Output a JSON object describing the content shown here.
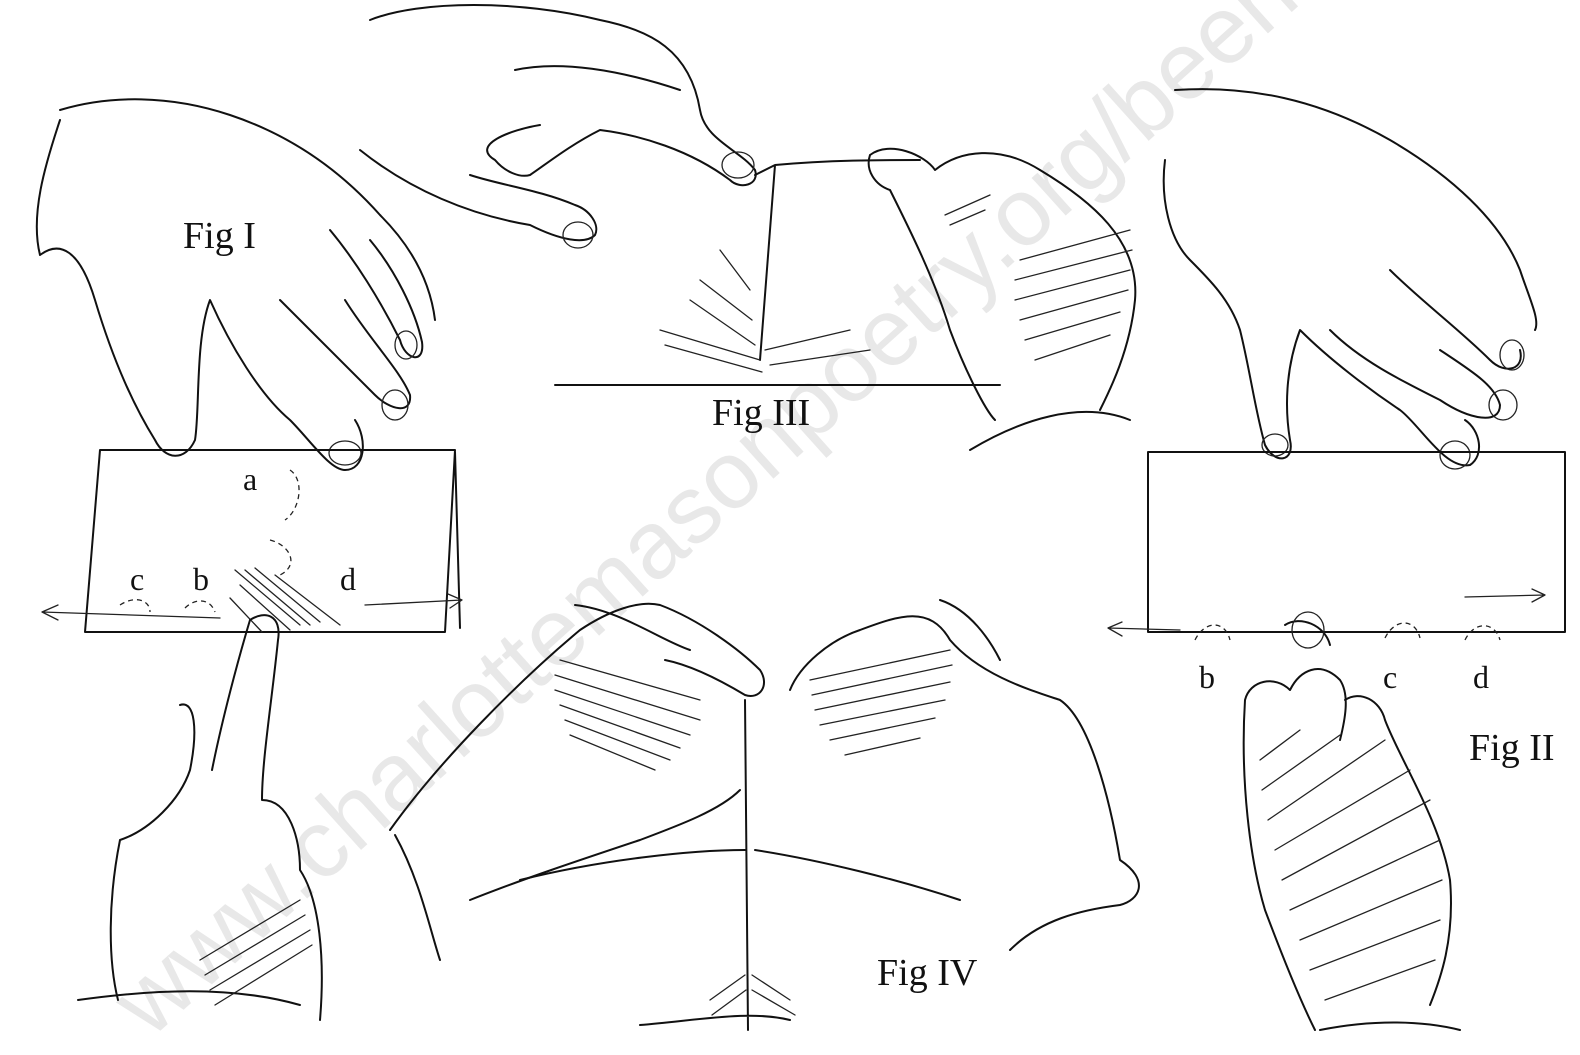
{
  "figures": {
    "fig1": {
      "label": "Fig I",
      "points": {
        "a": "a",
        "b": "b",
        "c": "c",
        "d": "d"
      }
    },
    "fig2": {
      "label": "Fig II",
      "points": {
        "b": "b",
        "c": "c",
        "d": "d"
      }
    },
    "fig3": {
      "label": "Fig III"
    },
    "fig4": {
      "label": "Fig IV"
    }
  },
  "watermark": "www.charlottemasonpoetry.org/beehive",
  "colors": {
    "ink": "#111111",
    "paper": "#ffffff",
    "watermark": "#e8e8e8"
  }
}
